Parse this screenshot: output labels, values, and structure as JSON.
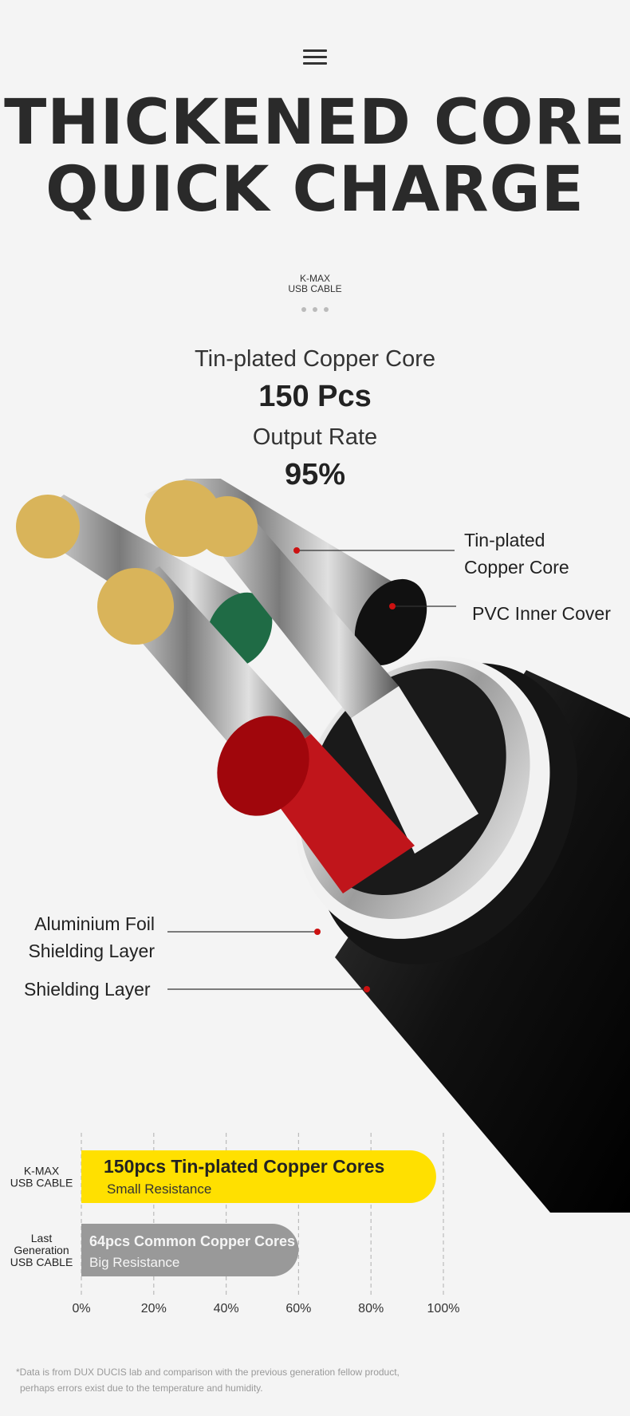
{
  "header": {
    "menu_icon": "hamburger-menu-icon",
    "title_line1": "THICKENED CORE",
    "title_line2": "QUICK CHARGE"
  },
  "brand": {
    "line1": "K-MAX",
    "line2": "USB CABLE"
  },
  "specs": {
    "core_label": "Tin-plated Copper Core",
    "core_value": "150 Pcs",
    "rate_label": "Output Rate",
    "rate_value": "95%"
  },
  "callouts": {
    "tin_line1": "Tin-plated",
    "tin_line2": "Copper Core",
    "pvc": "PVC Inner Cover",
    "foil_line1": "Aluminium Foil",
    "foil_line2": "Shielding Layer",
    "shield": "Shielding Layer"
  },
  "chart_data": {
    "type": "bar",
    "orientation": "horizontal",
    "categories": [
      "K-MAX USB CABLE",
      "Last Generation USB CABLE"
    ],
    "category_lines": [
      [
        "K-MAX",
        "USB CABLE"
      ],
      [
        "Last",
        "Generation",
        "USB CABLE"
      ]
    ],
    "values": [
      98,
      60
    ],
    "bar_labels": [
      "150pcs Tin-plated Copper Cores",
      "64pcs Common Copper Cores"
    ],
    "bar_sublabels": [
      "Small Resistance",
      "Big Resistance"
    ],
    "xticks": [
      "0%",
      "20%",
      "40%",
      "60%",
      "80%",
      "100%"
    ],
    "xlim": [
      0,
      100
    ],
    "grid": true,
    "colors": [
      "#ffe000",
      "#999999"
    ]
  },
  "footnote": {
    "line1": "*Data is from DUX DUCIS lab and comparison with the previous generation fellow product,",
    "line2": "perhaps errors exist due to the temperature and humidity."
  },
  "colors": {
    "accent": "#ffe000",
    "dot": "#cc1111",
    "cable_black": "#111111"
  }
}
